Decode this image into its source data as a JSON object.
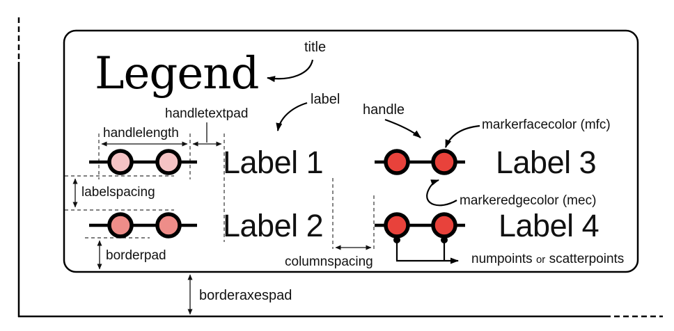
{
  "figure": {
    "description": "Annotated diagram of matplotlib legend anatomy"
  },
  "colors": {
    "pink_light": "#f5c3c5",
    "pink_medium": "#ee8d89",
    "red": "#e8423b",
    "stroke": "#000000"
  },
  "legend": {
    "title": "Legend",
    "entries": [
      {
        "label": "Label 1",
        "marker_fill": "#f5c3c5"
      },
      {
        "label": "Label 2",
        "marker_fill": "#ee8d89"
      },
      {
        "label": "Label 3",
        "marker_fill": "#e8423b"
      },
      {
        "label": "Label 4",
        "marker_fill": "#e8423b"
      }
    ]
  },
  "annotations": {
    "title_callout": "title",
    "label_callout": "label",
    "handle_callout": "handle",
    "markerfacecolor": "markerfacecolor (mfc)",
    "markeredgecolor": "markeredgecolor (mec)",
    "handlelength": "handlelength",
    "handletextpad": "handletextpad",
    "labelspacing": "labelspacing",
    "borderpad": "borderpad",
    "columnspacing": "columnspacing",
    "borderaxespad": "borderaxespad",
    "numpoints_word": "numpoints",
    "numpoints_or": "or",
    "scatterpoints_word": "scatterpoints"
  }
}
